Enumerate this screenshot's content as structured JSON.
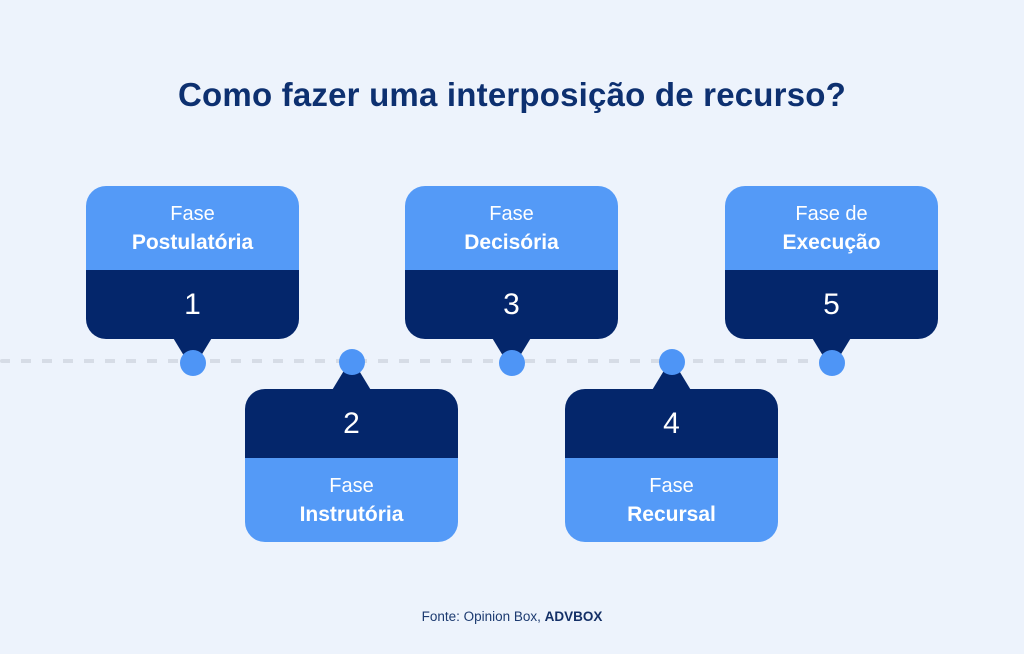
{
  "title": "Como fazer uma interposição de recurso?",
  "colors": {
    "background": "#edf3fc",
    "card_light_blue": "#549af7",
    "card_dark_navy": "#04266b",
    "dot_blue": "#4e95f6",
    "dash_gray": "#d6dce6",
    "title_navy": "#0d3070"
  },
  "timeline": {
    "phases": [
      {
        "number": "1",
        "label_line1": "Fase",
        "label_line2": "Postulatória",
        "position": "top"
      },
      {
        "number": "2",
        "label_line1": "Fase",
        "label_line2": "Instrutória",
        "position": "bottom"
      },
      {
        "number": "3",
        "label_line1": "Fase",
        "label_line2": "Decisória",
        "position": "top"
      },
      {
        "number": "4",
        "label_line1": "Fase",
        "label_line2": "Recursal",
        "position": "bottom"
      },
      {
        "number": "5",
        "label_line1": "Fase de",
        "label_line2": "Execução",
        "position": "top"
      }
    ]
  },
  "footer": {
    "source_prefix": "Fonte: Opinion Box, ",
    "source_bold": "ADVBOX"
  }
}
